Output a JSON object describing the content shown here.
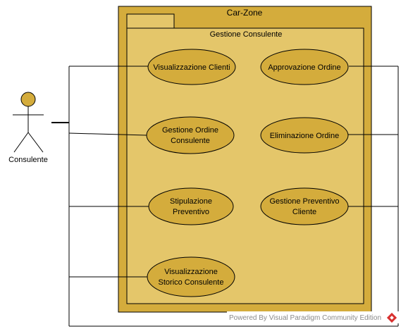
{
  "diagram": {
    "system": {
      "title": "Car-Zone"
    },
    "package": {
      "title": "Gestione Consulente"
    },
    "actor": {
      "name": "Consulente"
    },
    "use_cases": [
      {
        "id": "uc1",
        "lines": [
          "Visualizzazione Clienti"
        ]
      },
      {
        "id": "uc2",
        "lines": [
          "Approvazione Ordine"
        ]
      },
      {
        "id": "uc3",
        "lines": [
          "Gestione Ordine",
          "Consulente"
        ]
      },
      {
        "id": "uc4",
        "lines": [
          "Eliminazione Ordine"
        ]
      },
      {
        "id": "uc5",
        "lines": [
          "Stipulazione",
          "Preventivo"
        ]
      },
      {
        "id": "uc6",
        "lines": [
          "Gestione Preventivo",
          "Cliente"
        ]
      },
      {
        "id": "uc7",
        "lines": [
          "Visualizzazione",
          "Storico Consulente"
        ]
      }
    ],
    "colors": {
      "system_fill": "#d4ac3c",
      "package_fill": "#e4c66a",
      "usecase_fill": "#d4ac3c",
      "stroke": "#000000"
    }
  },
  "watermark": {
    "text": "Powered By Visual Paradigm Community Edition"
  }
}
